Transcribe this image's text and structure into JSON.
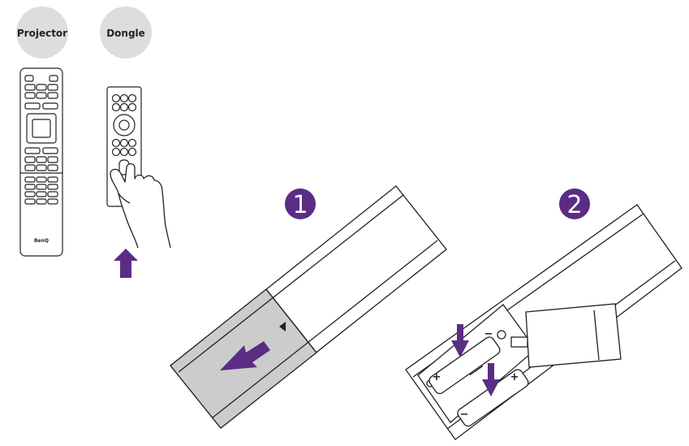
{
  "labels": {
    "projector": "Projector",
    "dongle": "Dongle"
  },
  "steps": {
    "one": "1",
    "two": "2"
  },
  "remote": {
    "brand": "BenQ"
  },
  "battery": {
    "plus": "+",
    "minus": "−"
  },
  "colors": {
    "accent": "#5b2c84",
    "label_bg": "#dddddd",
    "cover_bg": "#cccccc",
    "line": "#222222"
  },
  "icons": {
    "insert_arrow": "up-arrow-icon",
    "slide_arrow": "down-left-arrow-icon",
    "battery_arrow": "down-arrow-icon",
    "pointer_hand": "hand-icon"
  }
}
